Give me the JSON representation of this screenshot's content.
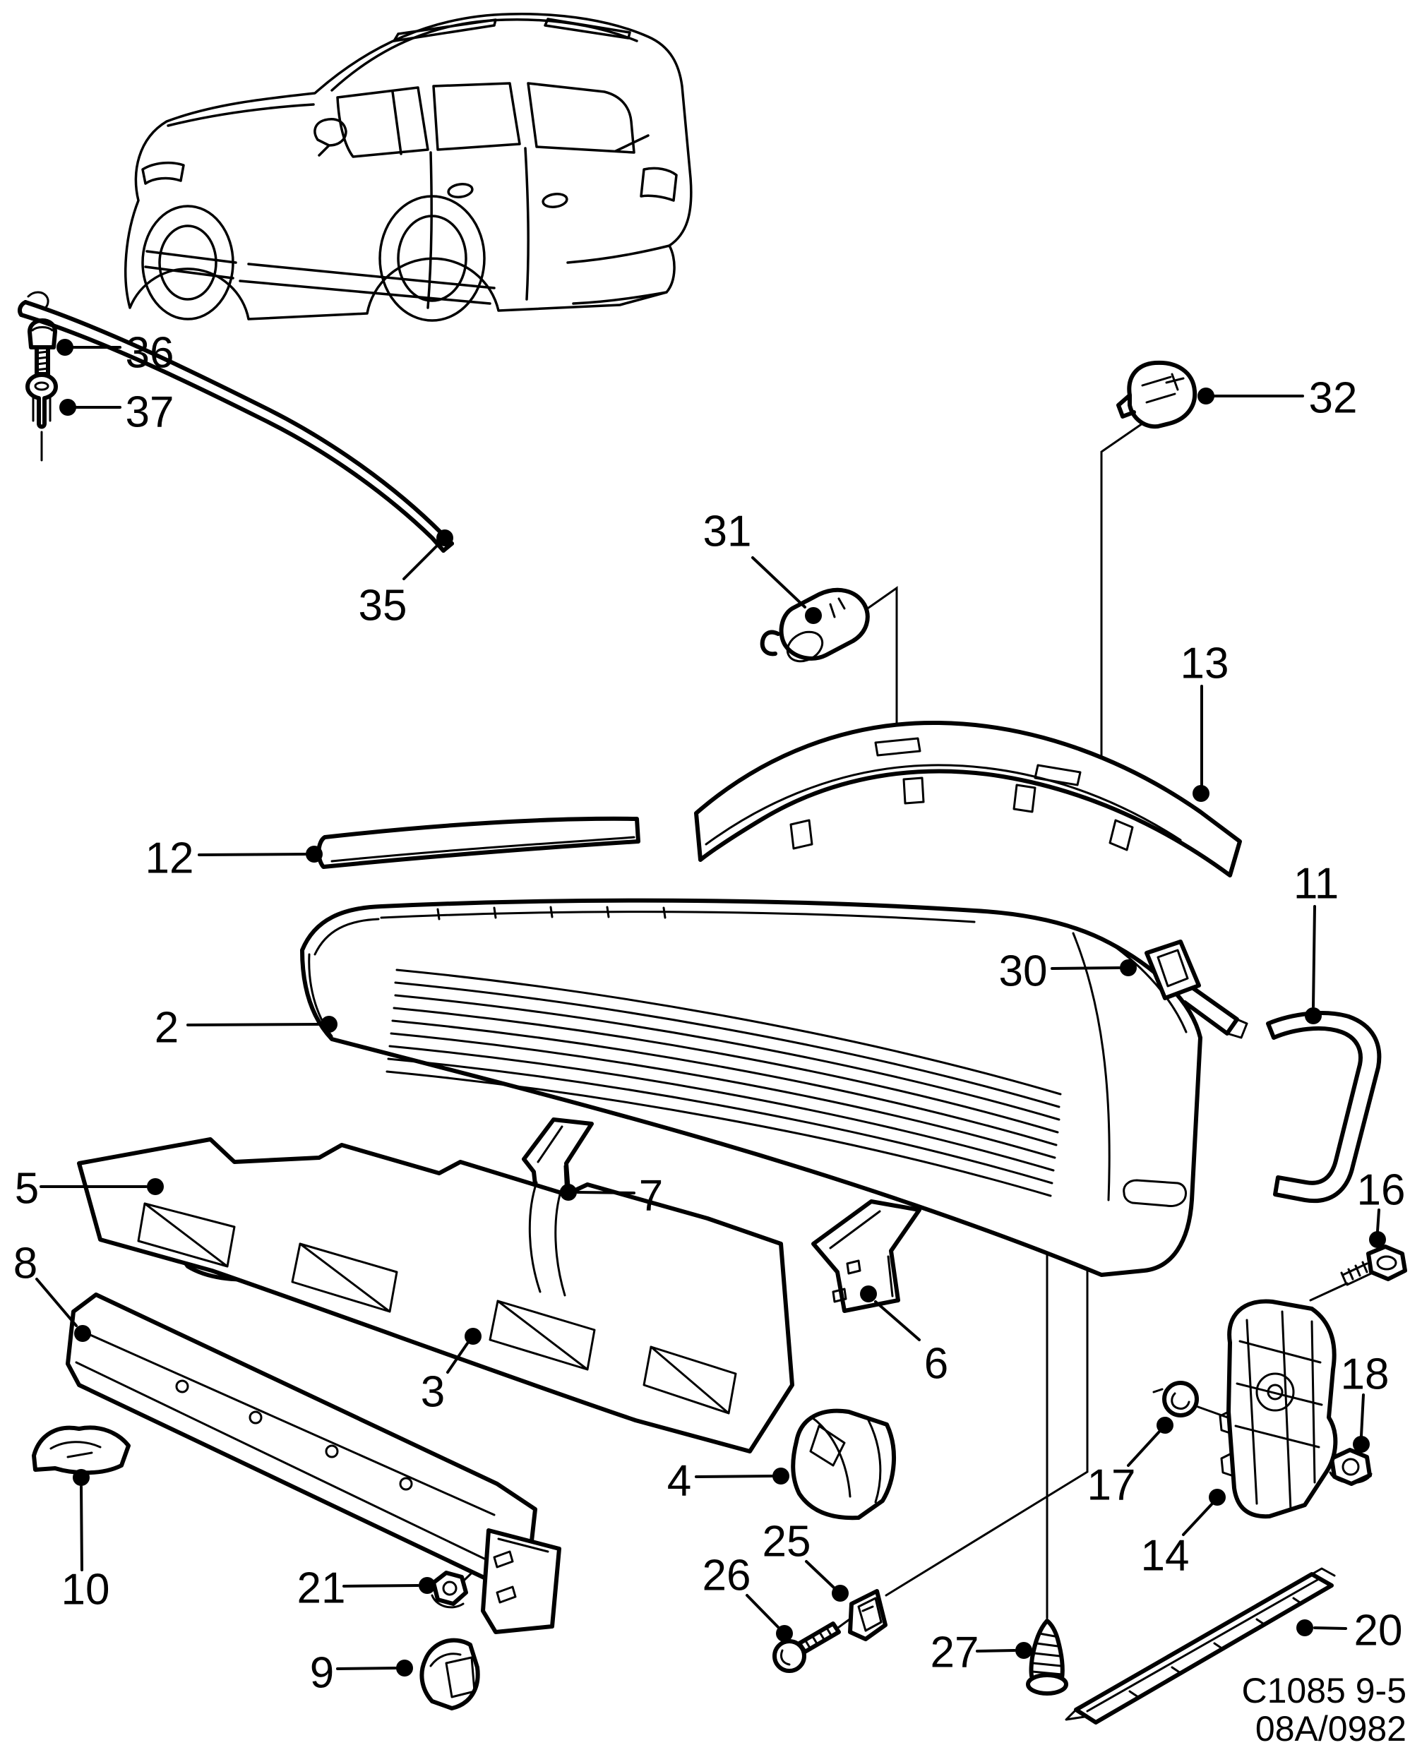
{
  "diagram": {
    "footer": {
      "line1": "C1085 9-5",
      "line2": "08A/0982"
    }
  },
  "callouts": [
    {
      "num": "2",
      "label": [
        236,
        1456
      ],
      "leader": [
        [
          266,
          1452
        ],
        [
          452,
          1451
        ]
      ],
      "dot": [
        466,
        1451
      ]
    },
    {
      "num": "3",
      "label": [
        613,
        1972
      ],
      "leader": [
        [
          634,
          1944
        ],
        [
          662,
          1903
        ]
      ],
      "dot": [
        670,
        1893
      ]
    },
    {
      "num": "4",
      "label": [
        962,
        2098
      ],
      "leader": [
        [
          986,
          2092
        ],
        [
          1093,
          2091
        ]
      ],
      "dot": [
        1106,
        2091
      ]
    },
    {
      "num": "5",
      "label": [
        38,
        1684
      ],
      "leader": [
        [
          58,
          1681
        ],
        [
          207,
          1681
        ]
      ],
      "dot": [
        220,
        1681
      ]
    },
    {
      "num": "6",
      "label": [
        1326,
        1932
      ],
      "leader": [
        [
          1302,
          1898
        ],
        [
          1240,
          1844
        ]
      ],
      "dot": [
        1230,
        1833
      ]
    },
    {
      "num": "7",
      "label": [
        922,
        1694
      ],
      "leader": [
        [
          898,
          1690
        ],
        [
          818,
          1689
        ]
      ],
      "dot": [
        805,
        1689
      ]
    },
    {
      "num": "8",
      "label": [
        36,
        1790
      ],
      "leader": [
        [
          52,
          1812
        ],
        [
          108,
          1878
        ]
      ],
      "dot": [
        117,
        1889
      ]
    },
    {
      "num": "9",
      "label": [
        456,
        2370
      ],
      "leader": [
        [
          478,
          2364
        ],
        [
          560,
          2363
        ]
      ],
      "dot": [
        573,
        2363
      ]
    },
    {
      "num": "10",
      "label": [
        121,
        2252
      ],
      "leader": [
        [
          116,
          2224
        ],
        [
          115,
          2106
        ]
      ],
      "dot": [
        115,
        2093
      ]
    },
    {
      "num": "11",
      "label": [
        1864,
        1252
      ],
      "leader": [
        [
          1862,
          1284
        ],
        [
          1860,
          1426
        ]
      ],
      "dot": [
        1860,
        1439
      ]
    },
    {
      "num": "12",
      "label": [
        240,
        1216
      ],
      "leader": [
        [
          282,
          1211
        ],
        [
          432,
          1210
        ]
      ],
      "dot": [
        445,
        1210
      ]
    },
    {
      "num": "13",
      "label": [
        1706,
        940
      ],
      "leader": [
        [
          1702,
          972
        ],
        [
          1702,
          1112
        ]
      ],
      "dot": [
        1701,
        1124
      ]
    },
    {
      "num": "14",
      "label": [
        1650,
        2204
      ],
      "leader": [
        [
          1676,
          2174
        ],
        [
          1717,
          2130
        ]
      ],
      "dot": [
        1724,
        2121
      ]
    },
    {
      "num": "16",
      "label": [
        1956,
        1686
      ],
      "leader": [
        [
          1953,
          1714
        ],
        [
          1951,
          1744
        ]
      ],
      "dot": [
        1951,
        1756
      ]
    },
    {
      "num": "17",
      "label": [
        1574,
        2104
      ],
      "leader": [
        [
          1598,
          2076
        ],
        [
          1642,
          2028
        ]
      ],
      "dot": [
        1650,
        2019
      ]
    },
    {
      "num": "18",
      "label": [
        1933,
        1947
      ],
      "leader": [
        [
          1931,
          1976
        ],
        [
          1928,
          2034
        ]
      ],
      "dot": [
        1928,
        2046
      ]
    },
    {
      "num": "20",
      "label": [
        1952,
        2310
      ],
      "leader": [
        [
          1906,
          2307
        ],
        [
          1862,
          2306
        ]
      ],
      "dot": [
        1848,
        2306
      ]
    },
    {
      "num": "21",
      "label": [
        455,
        2250
      ],
      "leader": [
        [
          487,
          2247
        ],
        [
          592,
          2246
        ]
      ],
      "dot": [
        605,
        2246
      ]
    },
    {
      "num": "25",
      "label": [
        1114,
        2184
      ],
      "leader": [
        [
          1142,
          2212
        ],
        [
          1181,
          2249
        ]
      ],
      "dot": [
        1190,
        2257
      ]
    },
    {
      "num": "26",
      "label": [
        1029,
        2232
      ],
      "leader": [
        [
          1058,
          2260
        ],
        [
          1102,
          2305
        ]
      ],
      "dot": [
        1111,
        2314
      ]
    },
    {
      "num": "27",
      "label": [
        1352,
        2341
      ],
      "leader": [
        [
          1384,
          2339
        ],
        [
          1437,
          2338
        ]
      ],
      "dot": [
        1450,
        2338
      ]
    },
    {
      "num": "30",
      "label": [
        1449,
        1376
      ],
      "leader": [
        [
          1490,
          1372
        ],
        [
          1585,
          1371
        ]
      ],
      "dot": [
        1598,
        1371
      ]
    },
    {
      "num": "31",
      "label": [
        1030,
        753
      ],
      "leader": [
        [
          1066,
          790
        ],
        [
          1140,
          860
        ]
      ],
      "dot": [
        1152,
        872
      ]
    },
    {
      "num": "32",
      "label": [
        1888,
        564
      ],
      "leader": [
        [
          1845,
          561
        ],
        [
          1720,
          561
        ]
      ],
      "dot": [
        1708,
        561
      ]
    },
    {
      "num": "35",
      "label": [
        542,
        858
      ],
      "leader": [
        [
          572,
          820
        ],
        [
          618,
          774
        ]
      ],
      "dot": [
        630,
        762
      ]
    },
    {
      "num": "36",
      "label": [
        212,
        500
      ],
      "leader": [
        [
          170,
          492
        ],
        [
          104,
          492
        ]
      ],
      "dot": [
        92,
        492
      ]
    },
    {
      "num": "37",
      "label": [
        212,
        584
      ],
      "leader": [
        [
          170,
          577
        ],
        [
          108,
          577
        ]
      ],
      "dot": [
        96,
        577
      ]
    }
  ]
}
